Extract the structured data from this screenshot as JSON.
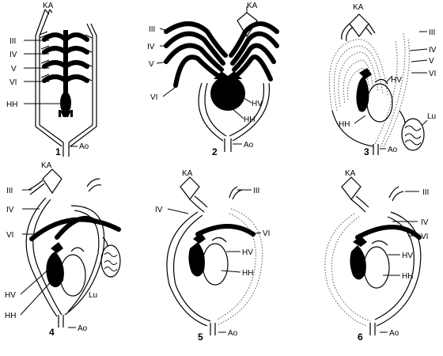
{
  "labels": {
    "ka": "KA",
    "iii": "III",
    "iv": "IV",
    "v": "V",
    "vi": "VI",
    "hh": "HH",
    "hv": "HV",
    "ao": "Ao",
    "lu": "Lu"
  },
  "panels": [
    "1",
    "2",
    "3",
    "4",
    "5",
    "6"
  ]
}
